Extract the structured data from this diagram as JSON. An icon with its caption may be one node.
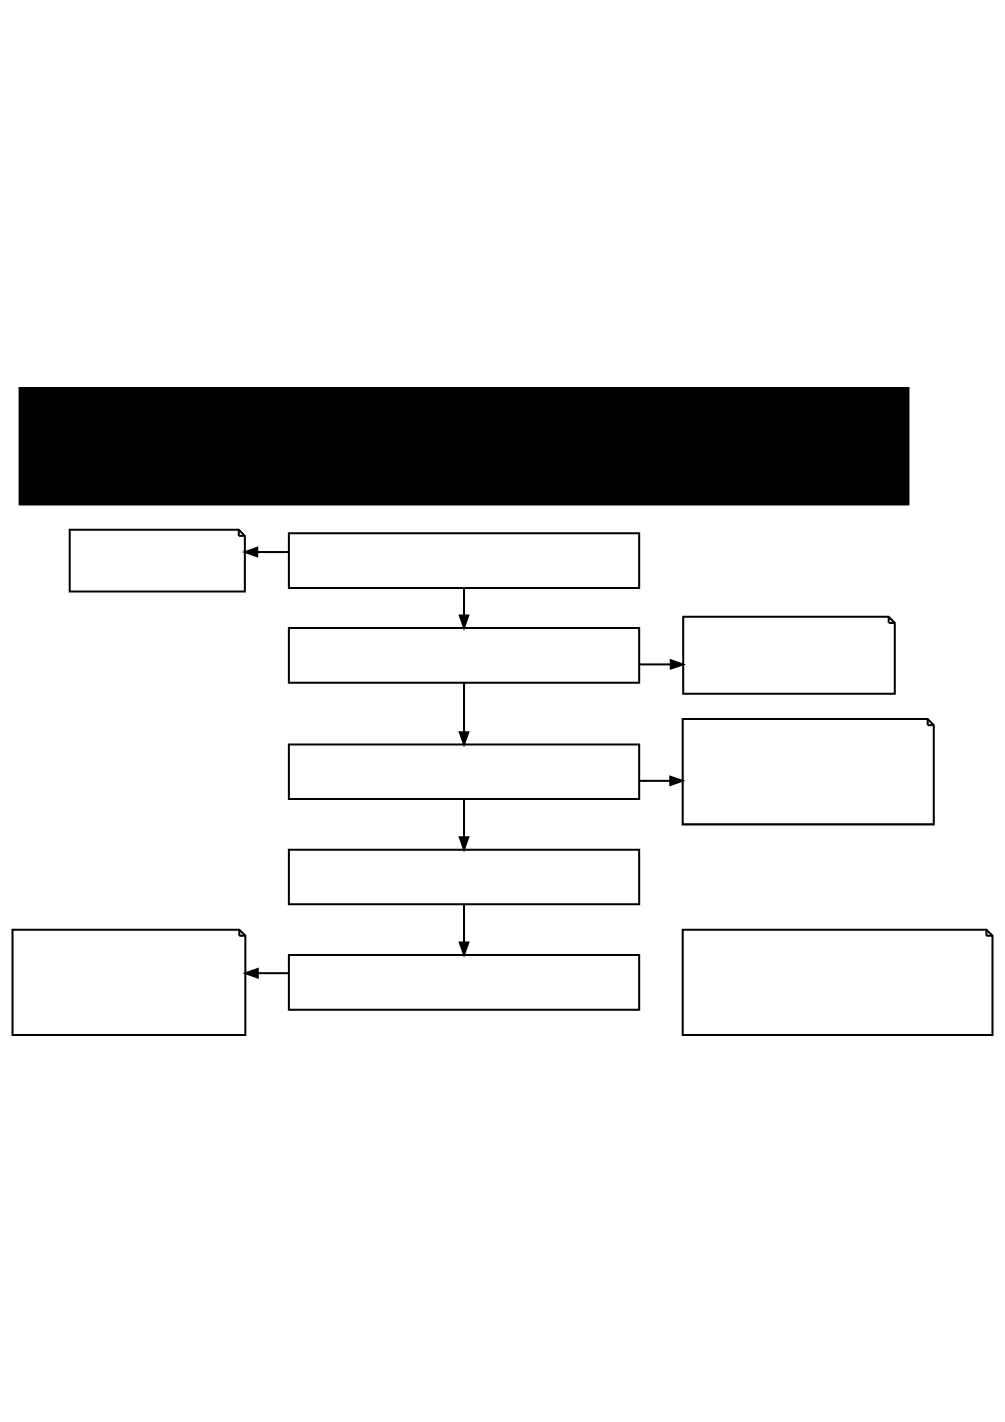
{
  "diagram": {
    "nodes": [
      {
        "text": [],
        "shape": "bar"
      },
      {
        "text": [],
        "shape": "box"
      },
      {
        "text": [],
        "shape": "box"
      },
      {
        "text": [],
        "shape": "box"
      },
      {
        "text": [],
        "shape": "box"
      },
      {
        "text": [],
        "shape": "box"
      },
      {
        "text": [],
        "shape": "note"
      },
      {
        "text": [],
        "shape": "note"
      },
      {
        "text": [],
        "shape": "note"
      },
      {
        "text": [],
        "shape": "note"
      },
      {
        "text": [],
        "shape": "note"
      }
    ],
    "edges": [
      {
        "from": 1,
        "to": 6,
        "arrow": "to"
      },
      {
        "from": 1,
        "to": 2,
        "arrow": "to"
      },
      {
        "from": 2,
        "to": 3,
        "arrow": "to"
      },
      {
        "from": 2,
        "to": 7,
        "arrow": "to"
      },
      {
        "from": 3,
        "to": 4,
        "arrow": "to"
      },
      {
        "from": 3,
        "to": 8,
        "arrow": "to"
      },
      {
        "from": 4,
        "to": 5,
        "arrow": "to"
      },
      {
        "from": 5,
        "to": 10,
        "arrow": "to"
      }
    ]
  }
}
